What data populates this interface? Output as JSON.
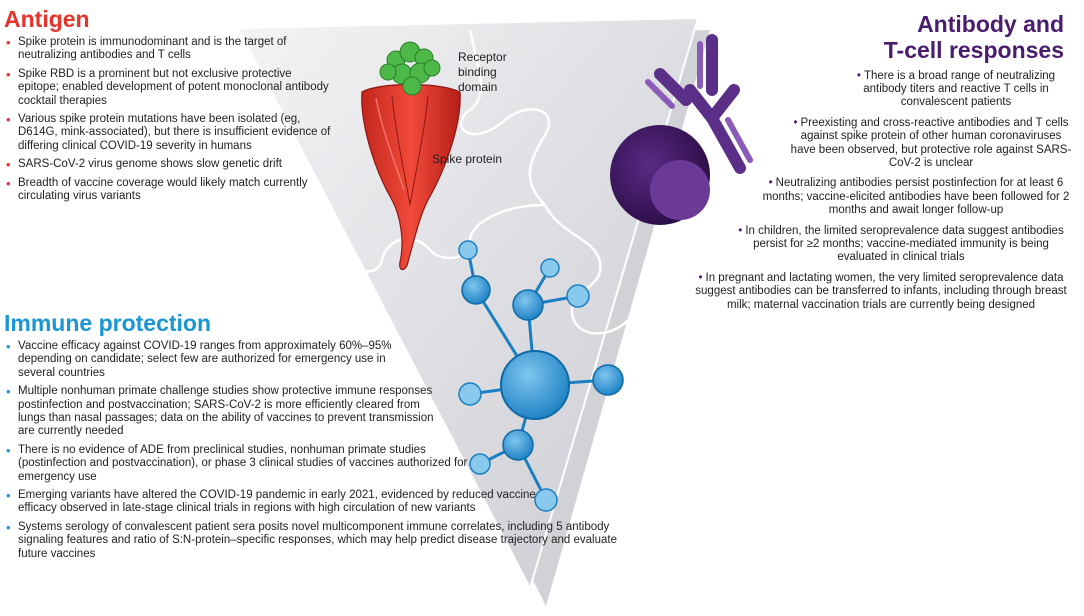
{
  "antigen": {
    "heading": "Antigen",
    "bullets": [
      "Spike protein is immunodominant and is the target of neutralizing antibodies and T cells",
      "Spike RBD is a prominent but not exclusive protective epitope; enabled development of potent monoclonal antibody cocktail therapies",
      "Various spike protein mutations have been isolated (eg, D614G, mink-associated), but there is insufficient evidence of differing clinical COVID-19 severity in humans",
      "SARS-CoV-2 virus genome shows slow genetic drift",
      "Breadth of vaccine coverage would likely match currently circulating virus variants"
    ]
  },
  "immune_protection": {
    "heading": "Immune protection",
    "bullets": [
      "Vaccine efficacy against COVID-19 ranges from approximately 60%–95% depending on candidate; select few are authorized for emergency use in several countries",
      "Multiple nonhuman primate challenge studies show protective immune responses postinfection and postvaccination; SARS-CoV-2 is more efficiently cleared from lungs than nasal passages; data on the ability of vaccines to prevent transmission are currently needed",
      "There is no evidence of ADE from preclinical studies, nonhuman primate studies (postinfection and postvaccination), or phase 3 clinical studies of vaccines authorized for emergency use",
      "Emerging variants have altered the COVID-19 pandemic in early 2021, evidenced by reduced vaccine efficacy observed in late-stage clinical trials in regions with high circulation of new variants",
      "Systems serology of convalescent patient sera posits novel multicomponent immune correlates, including 5 antibody signaling features and ratio of S:N-protein–specific responses, which may help predict disease trajectory and evaluate future vaccines"
    ]
  },
  "antibody_tcell": {
    "heading_line1": "Antibody and",
    "heading_line2": "T-cell responses",
    "bullets": [
      "There is a broad range of neutralizing antibody titers and reactive T cells in convalescent patients",
      "Preexisting and cross-reactive antibodies and T cells against spike protein of other human coronaviruses have been observed, but protective role against SARS-CoV-2 is unclear",
      "Neutralizing antibodies persist postinfection for at least 6 months; vaccine-elicited antibodies have been followed for 2 months and await longer follow-up",
      "In children, the limited seroprevalence data suggest antibodies persist for ≥2 months; vaccine-mediated immunity is being evaluated in clinical trials",
      "In pregnant and lactating women, the very limited seroprevalence data suggest antibodies can be transferred to infants, including through breast milk; maternal vaccination trials are currently being designed"
    ]
  },
  "diagram": {
    "receptor_label_line1": "Receptor",
    "receptor_label_line2": "binding",
    "receptor_label_line3": "domain",
    "spike_label": "Spike protein"
  },
  "colors": {
    "antigen": "#e8332a",
    "immune": "#1996d3",
    "antibody": "#4a1c6e"
  }
}
